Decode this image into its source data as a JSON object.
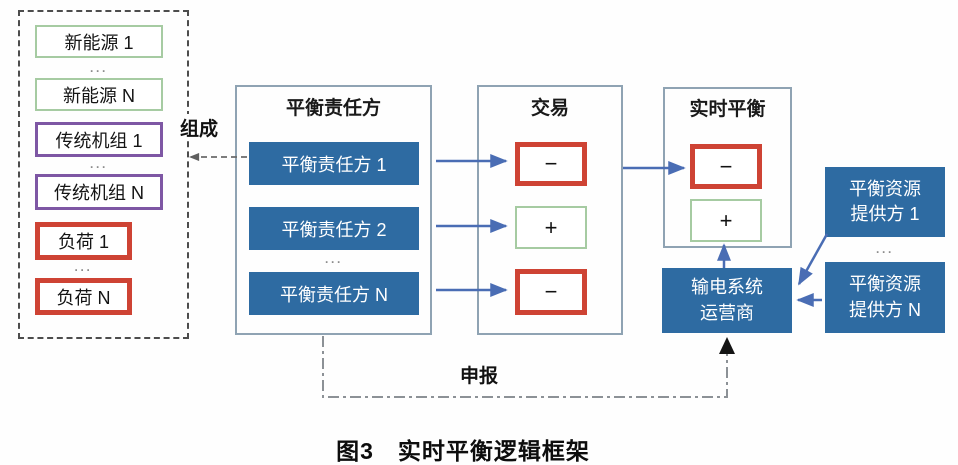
{
  "dots": "···",
  "caption": "图3　实时平衡逻辑框架",
  "labels": {
    "compose": "组成",
    "declare": "申报"
  },
  "composition_group": {
    "items": [
      {
        "label": "新能源 1",
        "type": "renewable"
      },
      {
        "label": "新能源 N",
        "type": "renewable"
      },
      {
        "label": "传统机组 1",
        "type": "conventional"
      },
      {
        "label": "传统机组 N",
        "type": "conventional"
      },
      {
        "label": "负荷 1",
        "type": "load"
      },
      {
        "label": "负荷 N",
        "type": "load"
      }
    ]
  },
  "brp_panel": {
    "title": "平衡责任方",
    "items": [
      {
        "label": "平衡责任方 1"
      },
      {
        "label": "平衡责任方 2"
      },
      {
        "label": "平衡责任方 N"
      }
    ]
  },
  "trade_panel": {
    "title": "交易",
    "items": [
      {
        "sign": "−",
        "polarity": "negative"
      },
      {
        "sign": "+",
        "polarity": "positive"
      },
      {
        "sign": "−",
        "polarity": "negative"
      }
    ]
  },
  "realtime_panel": {
    "title": "实时平衡",
    "items": [
      {
        "sign": "−",
        "polarity": "negative"
      },
      {
        "sign": "+",
        "polarity": "positive"
      }
    ]
  },
  "tso_box": {
    "line1": "输电系统",
    "line2": "运营商"
  },
  "providers": [
    {
      "line1": "平衡资源",
      "line2": "提供方 1"
    },
    {
      "line1": "平衡资源",
      "line2": "提供方 N"
    }
  ],
  "colors": {
    "node_blue": "#2e6ba2",
    "negative_red": "#ce4334",
    "positive_green": "#a6cba2",
    "conventional_purple": "#7e57a4",
    "arrow_blue": "#4a6db4"
  },
  "edges": [
    {
      "from": "composition-group",
      "to": "brp-1",
      "label": "组成",
      "style": "dashed"
    },
    {
      "from": "brp-items",
      "to": "trade-items",
      "style": "solid-arrows"
    },
    {
      "from": "trade-panel",
      "to": "realtime-negative",
      "style": "solid-arrow"
    },
    {
      "from": "tso",
      "to": "realtime-positive",
      "style": "solid-arrow"
    },
    {
      "from": "provider-1",
      "to": "tso",
      "style": "solid-arrow"
    },
    {
      "from": "provider-n",
      "to": "tso",
      "style": "solid-arrow"
    },
    {
      "from": "brp-panel",
      "to": "tso",
      "label": "申报",
      "style": "dash-dot"
    }
  ]
}
